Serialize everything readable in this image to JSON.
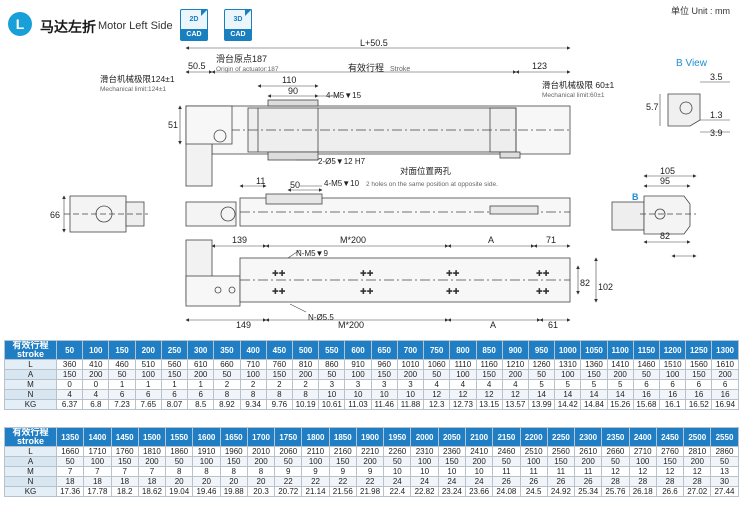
{
  "header": {
    "badge": "L",
    "title_cn": "马达左折",
    "title_en": "Motor Left Side",
    "cad_2d_top": "2D",
    "cad_3d_top": "3D",
    "cad_label": "CAD",
    "unit": "单位 Unit : mm",
    "accent_color": "#1aa0d8",
    "table_header_color": "#1f7ec4"
  },
  "drawing": {
    "dims": {
      "total_length": "L+50.5",
      "left_offset": "50.5",
      "d110": "110",
      "d90": "90",
      "d123": "123",
      "d51": "51",
      "d11": "11",
      "d50": "50",
      "d66": "66",
      "d139": "139",
      "m200_top": "M*200",
      "a_top": "A",
      "d71": "71",
      "d149": "149",
      "m200_bottom": "M*200",
      "a_bottom": "A",
      "d61": "61",
      "d82_side": "82",
      "d102": "102",
      "d105": "105",
      "d95": "95",
      "d82_end": "82",
      "d3_5": "3.5",
      "d5_7": "5.7",
      "d1_3": "1.3",
      "d3_9": "3.9"
    },
    "labels": {
      "origin_cn": "滑台原点187",
      "origin_en": "Origin of actuator:187",
      "stroke_cn": "有效行程",
      "stroke_en": "Stroke",
      "mech_left_cn": "滑台机械极限124±1",
      "mech_left_en": "Mechanical limit:124±1",
      "mech_right_cn": "滑台机械极限 60±1",
      "mech_right_en": "Mechanical limit:60±1",
      "m5_15": "4-M5▼15",
      "dowel": "2-Ø5▼12 H7",
      "opp_cn": "对面位置两孔",
      "m5_10": "4-M5▼10",
      "opp_en": "2 holes on the same position at opposite side.",
      "nm5_9": "N-M5▼9",
      "nd5_5": "N-Ø5.5",
      "b_view": "B View",
      "b_marker": "B"
    }
  },
  "table1": {
    "header_cn": "有效行程",
    "header_en": "stroke",
    "strokes": [
      "50",
      "100",
      "150",
      "200",
      "250",
      "300",
      "350",
      "400",
      "450",
      "500",
      "550",
      "600",
      "650",
      "700",
      "750",
      "800",
      "850",
      "900",
      "950",
      "1000",
      "1050",
      "1100",
      "1150",
      "1200",
      "1250",
      "1300"
    ],
    "rows": [
      {
        "label": "L",
        "values": [
          "360",
          "410",
          "460",
          "510",
          "560",
          "610",
          "660",
          "710",
          "760",
          "810",
          "860",
          "910",
          "960",
          "1010",
          "1060",
          "1110",
          "1160",
          "1210",
          "1260",
          "1310",
          "1360",
          "1410",
          "1460",
          "1510",
          "1560",
          "1610"
        ]
      },
      {
        "label": "A",
        "values": [
          "150",
          "200",
          "50",
          "100",
          "150",
          "200",
          "50",
          "100",
          "150",
          "200",
          "50",
          "100",
          "150",
          "200",
          "50",
          "100",
          "150",
          "200",
          "50",
          "100",
          "150",
          "200",
          "50",
          "100",
          "150",
          "200"
        ]
      },
      {
        "label": "M",
        "values": [
          "0",
          "0",
          "1",
          "1",
          "1",
          "1",
          "2",
          "2",
          "2",
          "2",
          "3",
          "3",
          "3",
          "3",
          "4",
          "4",
          "4",
          "4",
          "5",
          "5",
          "5",
          "5",
          "6",
          "6",
          "6",
          "6"
        ]
      },
      {
        "label": "N",
        "values": [
          "4",
          "4",
          "6",
          "6",
          "6",
          "6",
          "8",
          "8",
          "8",
          "8",
          "10",
          "10",
          "10",
          "10",
          "12",
          "12",
          "12",
          "12",
          "14",
          "14",
          "14",
          "14",
          "16",
          "16",
          "16",
          "16"
        ]
      },
      {
        "label": "KG",
        "values": [
          "6.37",
          "6.8",
          "7.23",
          "7.65",
          "8.07",
          "8.5",
          "8.92",
          "9.34",
          "9.76",
          "10.19",
          "10.61",
          "11.03",
          "11.46",
          "11.88",
          "12.3",
          "12.73",
          "13.15",
          "13.57",
          "13.99",
          "14.42",
          "14.84",
          "15.26",
          "15.68",
          "16.1",
          "16.52",
          "16.94"
        ]
      }
    ]
  },
  "table2": {
    "header_cn": "有效行程",
    "header_en": "stroke",
    "strokes": [
      "1350",
      "1400",
      "1450",
      "1500",
      "1550",
      "1600",
      "1650",
      "1700",
      "1750",
      "1800",
      "1850",
      "1900",
      "1950",
      "2000",
      "2050",
      "2100",
      "2150",
      "2200",
      "2250",
      "2300",
      "2350",
      "2400",
      "2450",
      "2500",
      "2550"
    ],
    "rows": [
      {
        "label": "L",
        "values": [
          "1660",
          "1710",
          "1760",
          "1810",
          "1860",
          "1910",
          "1960",
          "2010",
          "2060",
          "2110",
          "2160",
          "2210",
          "2260",
          "2310",
          "2360",
          "2410",
          "2460",
          "2510",
          "2560",
          "2610",
          "2660",
          "2710",
          "2760",
          "2810",
          "2860"
        ]
      },
      {
        "label": "A",
        "values": [
          "50",
          "100",
          "150",
          "200",
          "50",
          "100",
          "150",
          "200",
          "50",
          "100",
          "150",
          "200",
          "50",
          "100",
          "150",
          "200",
          "50",
          "100",
          "150",
          "200",
          "50",
          "100",
          "150",
          "200",
          "50"
        ]
      },
      {
        "label": "M",
        "values": [
          "7",
          "7",
          "7",
          "7",
          "8",
          "8",
          "8",
          "8",
          "9",
          "9",
          "9",
          "9",
          "10",
          "10",
          "10",
          "10",
          "11",
          "11",
          "11",
          "11",
          "12",
          "12",
          "12",
          "12",
          "13"
        ]
      },
      {
        "label": "N",
        "values": [
          "18",
          "18",
          "18",
          "18",
          "20",
          "20",
          "20",
          "20",
          "22",
          "22",
          "22",
          "22",
          "24",
          "24",
          "24",
          "24",
          "26",
          "26",
          "26",
          "26",
          "28",
          "28",
          "28",
          "28",
          "30"
        ]
      },
      {
        "label": "KG",
        "values": [
          "17.36",
          "17.78",
          "18.2",
          "18.62",
          "19.04",
          "19.46",
          "19.88",
          "20.3",
          "20.72",
          "21.14",
          "21.56",
          "21.98",
          "22.4",
          "22.82",
          "23.24",
          "23.66",
          "24.08",
          "24.5",
          "24.92",
          "25.34",
          "25.76",
          "26.18",
          "26.6",
          "27.02",
          "27.44"
        ]
      }
    ]
  }
}
